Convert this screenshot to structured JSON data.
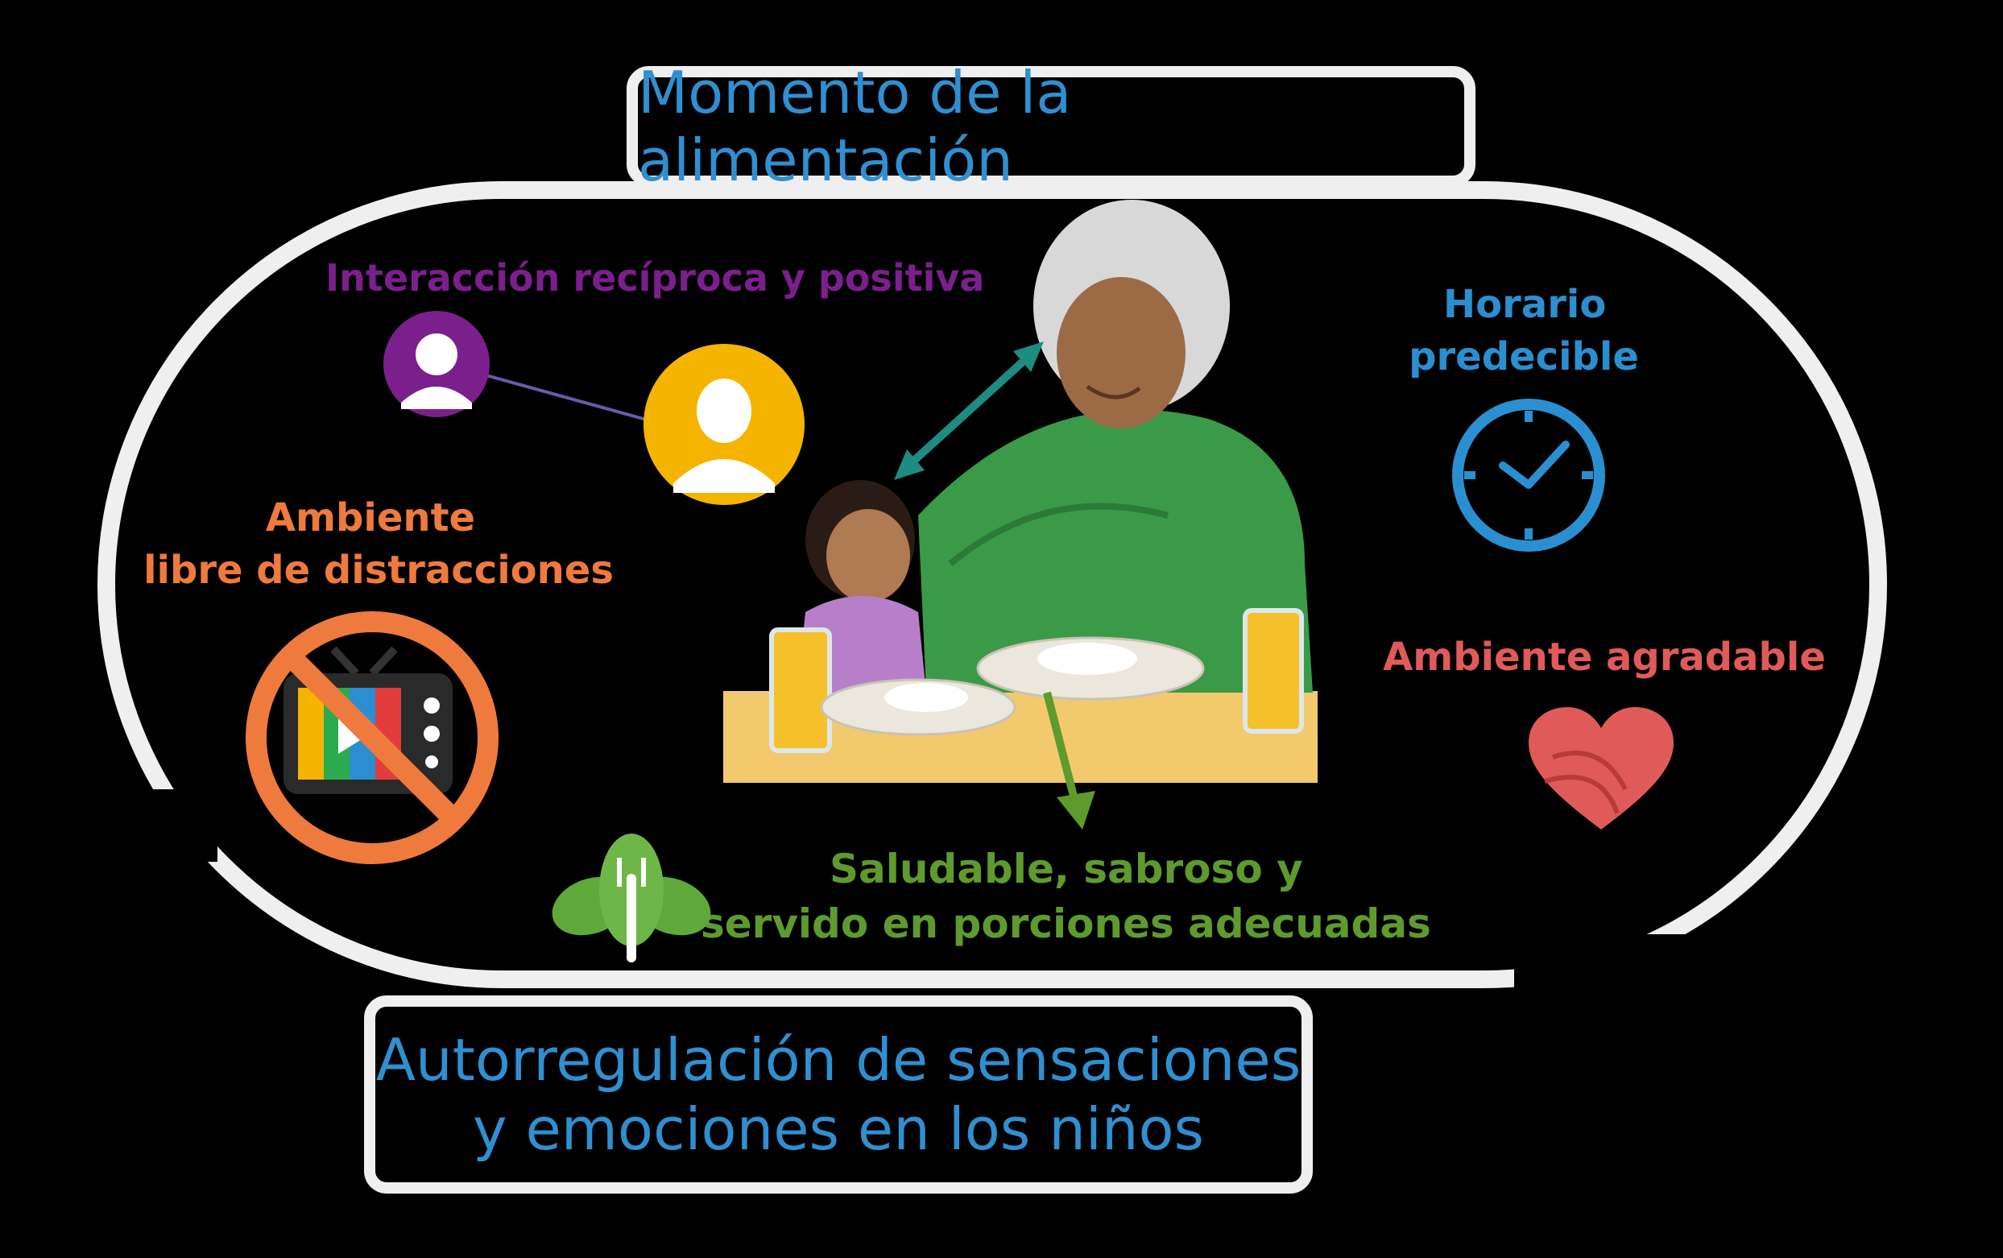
{
  "title_top": "Momento de la alimentación",
  "title_bottom_line1": "Autorregulación de sensaciones",
  "title_bottom_line2": "y emociones en los niños",
  "labels": {
    "interaction": "Interacción recíproca y positiva",
    "schedule_line1": "Horario",
    "schedule_line2": "predecible",
    "distraction_line1": "Ambiente",
    "distraction_line2": "libre de distracciones",
    "pleasant": "Ambiente agradable",
    "healthy_line1": "Saludable, sabroso y",
    "healthy_line2": "servido en porciones adecuadas"
  },
  "colors": {
    "interaction": "#7b1f8c",
    "schedule": "#2a8fd0",
    "distraction": "#ef7a3d",
    "pleasant": "#e05a5a",
    "healthy": "#5e9a2e",
    "title": "#2f8fd1",
    "frame": "#efefef"
  },
  "icons": {
    "person_purple": "person-icon",
    "person_yellow": "person-icon",
    "clock": "clock-icon",
    "no_tv": "no-tv-icon",
    "heart": "heart-icon",
    "leaf_fork": "leaf-fork-icon"
  }
}
